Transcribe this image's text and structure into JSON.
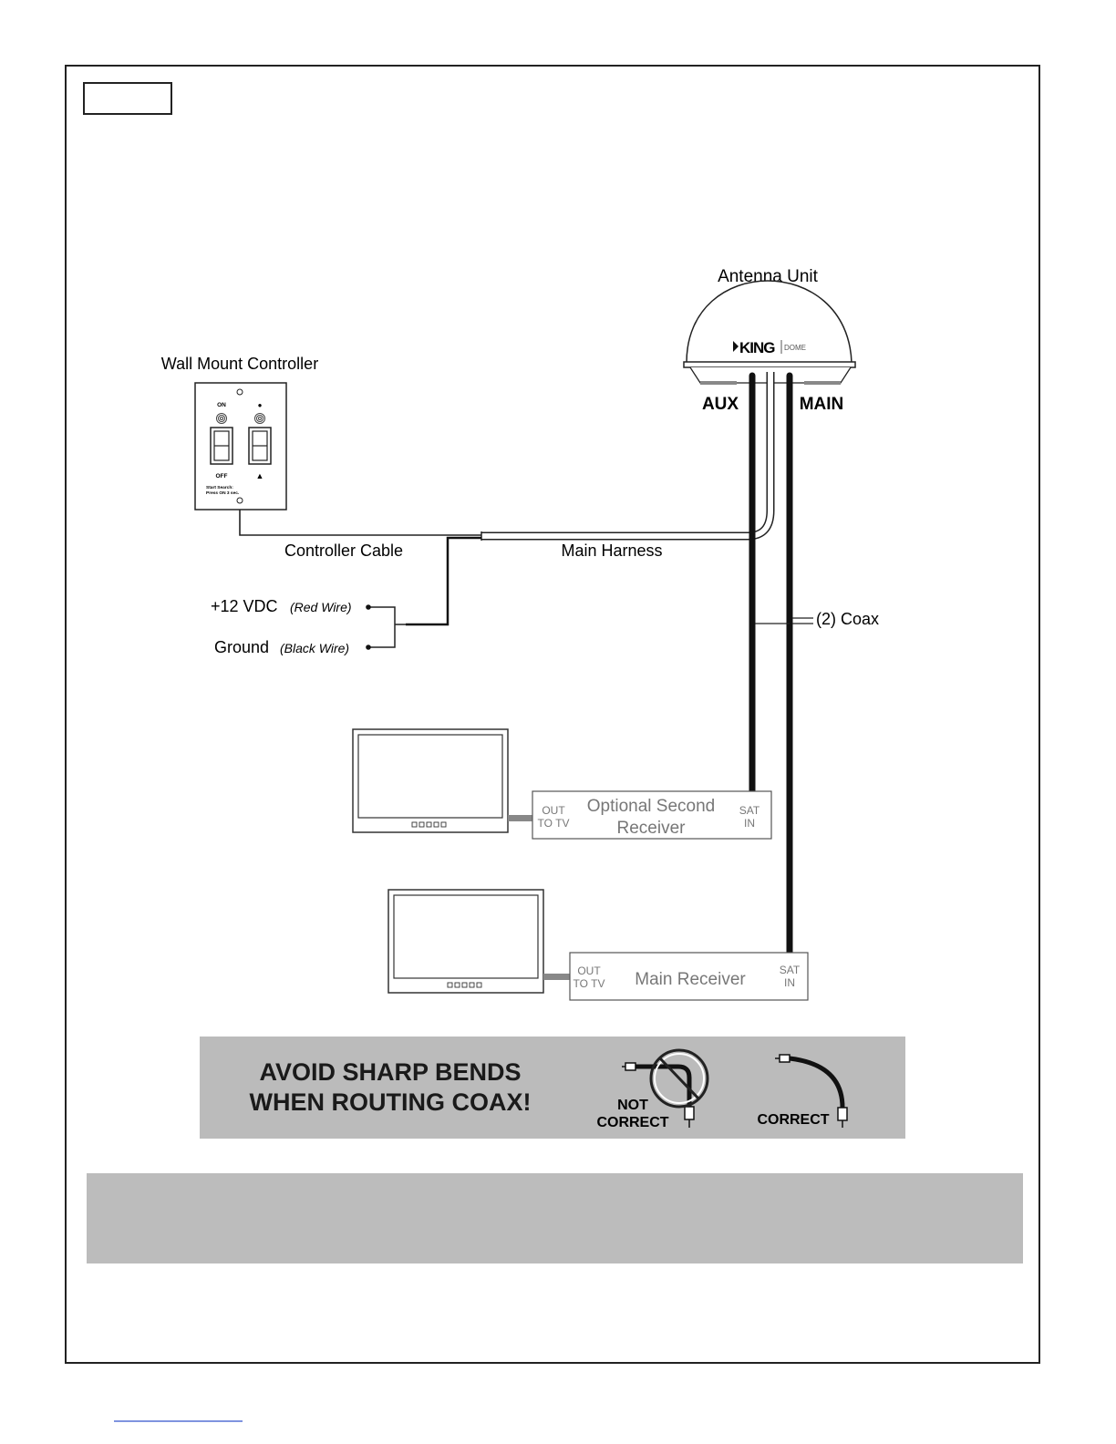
{
  "labels": {
    "antenna_unit": "Antenna Unit",
    "brand_king": "KING",
    "brand_dome": "DOME",
    "aux": "AUX",
    "main": "MAIN",
    "wall_mount_controller": "Wall Mount Controller",
    "controller_cable": "Controller Cable",
    "main_harness": "Main Harness",
    "coax": "(2) Coax",
    "vdc": "+12 VDC",
    "red_wire": "(Red Wire)",
    "ground": "Ground",
    "black_wire": "(Black Wire)"
  },
  "controller": {
    "on": "ON",
    "off": "OFF",
    "dot": "●",
    "arrow": "▲",
    "start_line1": "Start Search:",
    "start_line2": "Press ON 3 sec."
  },
  "receivers": {
    "second": {
      "name_line1": "Optional Second",
      "name_line2": "Receiver",
      "out_line1": "OUT",
      "out_line2": "TO TV",
      "sat_line1": "SAT",
      "sat_line2": "IN"
    },
    "main": {
      "name": "Main Receiver",
      "out_line1": "OUT",
      "out_line2": "TO TV",
      "sat_line1": "SAT",
      "sat_line2": "IN"
    }
  },
  "warning": {
    "line1": "AVOID SHARP BENDS",
    "line2": "WHEN ROUTING COAX!",
    "not_line1": "NOT",
    "not_line2": "CORRECT",
    "correct": "CORRECT"
  },
  "colors": {
    "banner": "#bbbbbb",
    "note_box": "#bcbcbc",
    "receiver_text": "#777777",
    "cable": "#111111"
  }
}
